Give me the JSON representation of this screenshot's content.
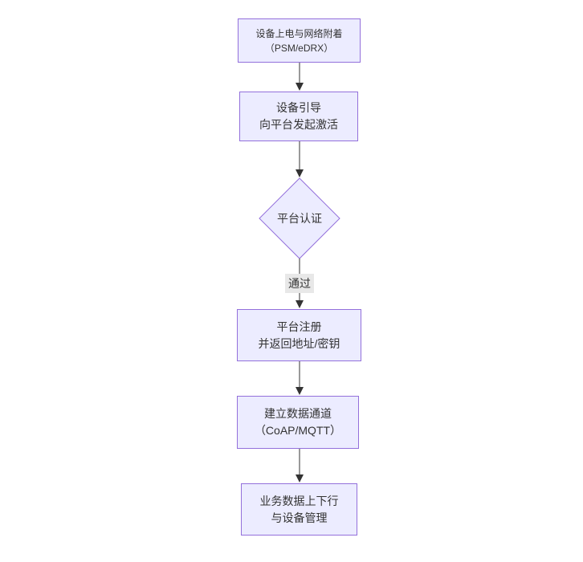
{
  "diagram": {
    "type": "flowchart",
    "direction": "top-down",
    "colors": {
      "background": "#ffffff",
      "node_fill": "#ECECFF",
      "node_border": "#9370DB",
      "edge_line": "#333333",
      "text": "#333333",
      "edge_label_background": "#e8e8e8"
    },
    "nodes": [
      {
        "id": "A",
        "shape": "rect",
        "lines": [
          "设备上电与网络附着",
          "（PSM/eDRX）"
        ]
      },
      {
        "id": "B",
        "shape": "rect",
        "lines": [
          "设备引导",
          "向平台发起激活"
        ]
      },
      {
        "id": "C",
        "shape": "diamond",
        "lines": [
          "平台认证"
        ]
      },
      {
        "id": "D",
        "shape": "rect",
        "lines": [
          "平台注册",
          "并返回地址/密钥"
        ]
      },
      {
        "id": "E",
        "shape": "rect",
        "lines": [
          "建立数据通道",
          "（CoAP/MQTT）"
        ]
      },
      {
        "id": "F",
        "shape": "rect",
        "lines": [
          "业务数据上下行",
          "与设备管理"
        ]
      }
    ],
    "edges": [
      {
        "from": "A",
        "to": "B",
        "label": ""
      },
      {
        "from": "B",
        "to": "C",
        "label": ""
      },
      {
        "from": "C",
        "to": "D",
        "label": "通过"
      },
      {
        "from": "D",
        "to": "E",
        "label": ""
      },
      {
        "from": "E",
        "to": "F",
        "label": ""
      }
    ]
  }
}
